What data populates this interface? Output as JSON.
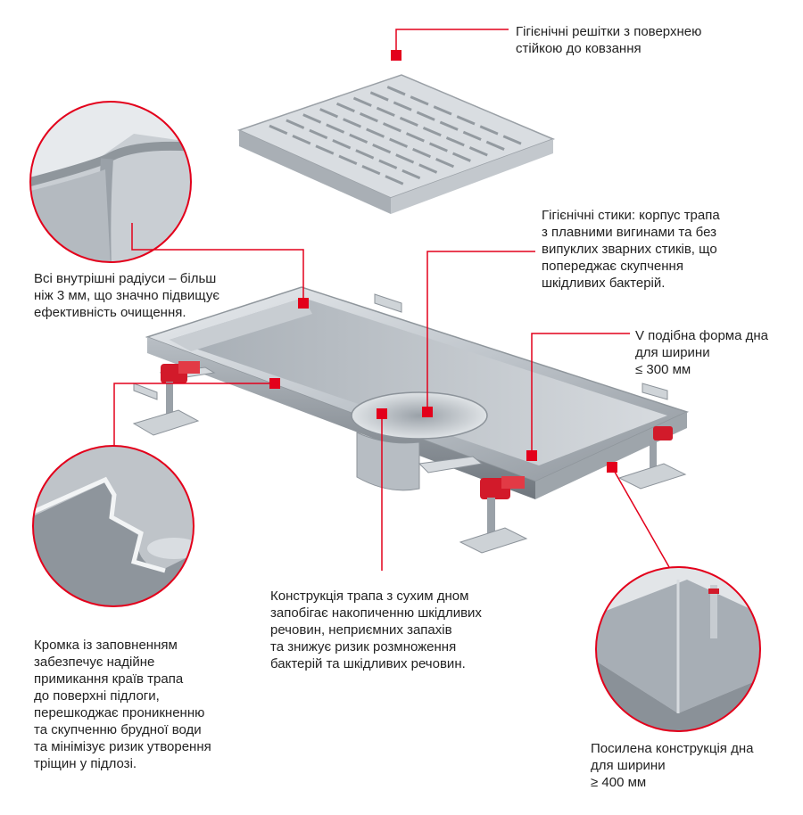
{
  "accent_color": "#e3001b",
  "callouts": {
    "grate": "Гігієнічні решітки з поверхнею\nстійкою до ковзання",
    "joints": "Гігієнічні стики: корпус трапа\nз плавними вигинами та без\nвипуклих зварних стиків, що\nпопереджає скупчення\nшкідливих бактерій.",
    "radii": "Всі внутрішні радіуси – більш\nніж 3 мм, що значно підвищує\nефективність очищення.",
    "v_shape": "V подібна форма дна\nдля ширини\n≤ 300 мм",
    "dry_bottom": "Конструкція трапа з сухим дном\nзапобігає накопиченню шкідливих\nречовин, неприємних запахів\nта знижує ризик розмноження\nбактерій та шкідливих речовин.",
    "edge": "Кромка із заповненням\nзабезпечує надійне\nпримикання країв трапа\nдо поверхні підлоги,\nперешкоджає проникненню\nта скупченню брудної води\nта мінімізує ризик утворення\nтріщин у підлозі.",
    "reinforced_bottom": "Посилена конструкція дна\nдля ширини\n≥ 400 мм"
  },
  "icons": {
    "grate": "slip-resistant-grate-illustration",
    "drain": "stainless-drain-channel-illustration",
    "detail_radius": "inner-radius-detail-photo",
    "detail_edge": "filled-edge-detail-photo",
    "detail_bottom": "reinforced-bottom-detail-photo"
  }
}
